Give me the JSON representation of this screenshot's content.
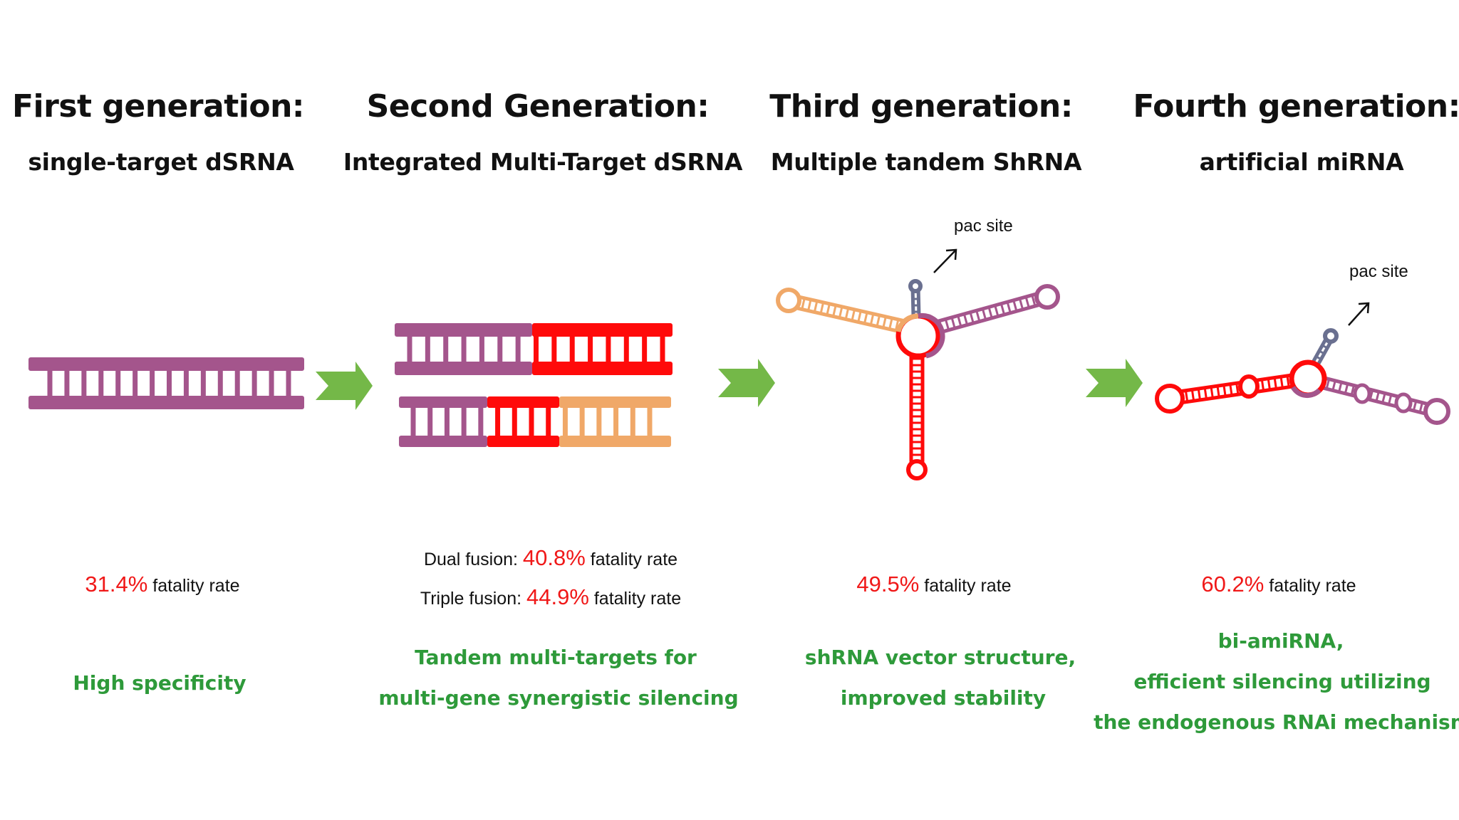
{
  "colors": {
    "purple": "#a4558c",
    "red": "#ff0a0a",
    "orange": "#f0a868",
    "blue": "#6a7090",
    "green": "#74b848",
    "highlight": "#f01818",
    "benefit": "#2e9a3a"
  },
  "columns": [
    {
      "title": "First generation:",
      "subtitle": "single-target dSRNA",
      "stats": [
        {
          "prefix": "",
          "value": "31.4%",
          "suffix": " fatality rate"
        }
      ],
      "benefits": [
        "High specificity"
      ]
    },
    {
      "title": "Second Generation:",
      "subtitle": "Integrated Multi-Target dSRNA",
      "stats": [
        {
          "prefix": "Dual fusion: ",
          "value": "40.8%",
          "suffix": " fatality rate"
        },
        {
          "prefix": "Triple fusion: ",
          "value": "44.9%",
          "suffix": " fatality rate"
        }
      ],
      "benefits": [
        "Tandem multi-targets for",
        "multi-gene synergistic silencing"
      ]
    },
    {
      "title": "Third generation:",
      "subtitle": "Multiple tandem ShRNA",
      "stats": [
        {
          "prefix": "",
          "value": "49.5%",
          "suffix": " fatality rate"
        }
      ],
      "benefits": [
        "shRNA vector structure,",
        "improved stability"
      ]
    },
    {
      "title": "Fourth generation:",
      "subtitle": "artificial miRNA",
      "stats": [
        {
          "prefix": "",
          "value": "60.2%",
          "suffix": " fatality rate"
        }
      ],
      "benefits": [
        "bi-amiRNA,",
        "efficient silencing utilizing",
        "the endogenous RNAi mechanism"
      ]
    }
  ],
  "annotations": {
    "pac_site_3": "pac site",
    "pac_site_4": "pac site"
  }
}
